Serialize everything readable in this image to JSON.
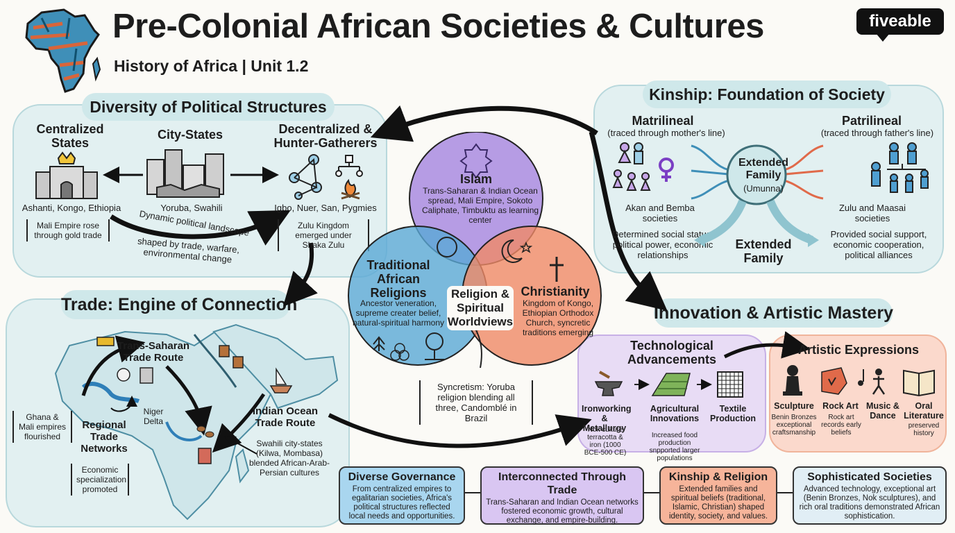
{
  "header": {
    "title": "Pre-Colonial African Societies & Cultures",
    "subtitle": "History of Africa | Unit 1.2",
    "brand": "fiveable"
  },
  "political": {
    "heading": "Diversity of Political Structures",
    "centralized": {
      "title": "Centralized States",
      "examples": "Ashanti, Kongo, Ethiopia",
      "note": "Mali Empire rose through gold trade"
    },
    "city_states": {
      "title": "City-States",
      "examples": "Yoruba, Swahili"
    },
    "decentralized": {
      "title": "Decentralized & Hunter-Gatherers",
      "examples": "Igbo, Nuer, San, Pygmies",
      "note": "Zulu Kingdom emerged under Shaka Zulu"
    },
    "arrow_label_1": "Dynamic political landscape",
    "arrow_label_2": "shaped by trade, warfare, environmental change"
  },
  "kinship": {
    "heading": "Kinship: Foundation of Society",
    "matrilineal": {
      "title": "Matrilineal",
      "subtitle": "(traced through mother's line)",
      "examples": "Akan and Bemba societies",
      "note": "Determined social status, political power, economic relationships"
    },
    "patrilineal": {
      "title": "Patrilineal",
      "subtitle": "(traced through father's line)",
      "examples": "Zulu and Maasai societies",
      "note": "Provided social support, economic cooperation, political alliances"
    },
    "center": {
      "title": "Extended Family",
      "subtitle": "(Umunna)"
    },
    "bottom_label": "Extended Family"
  },
  "religion": {
    "islam": {
      "title": "Islam",
      "body": "Trans-Saharan & Indian Ocean spread, Mali Empire, Sokoto Caliphate, Timbuktu as learning center"
    },
    "traditional": {
      "title": "Traditional African Religions",
      "body": "Ancestor veneration, supreme creater belief, natural-spiritual harmony"
    },
    "christianity": {
      "title": "Christianity",
      "body": "Kingdom of Kongo, Ethiopian Orthodox Church, syncretic traditions emerging"
    },
    "center": "Religion & Spiritual Worldviews",
    "syncretism": "Syncretism: Yoruba religion blending all three, Candomblé in Brazil"
  },
  "trade": {
    "heading": "Trade: Engine of Connection",
    "trans_saharan": "Trans-Saharan Trade Route",
    "niger_delta": "Niger Delta",
    "ghana_mali": "Ghana & Mali empires flourished",
    "regional": "Regional Trade Networks",
    "economic": "Economic specialization promoted",
    "indian_ocean": "Indian Ocean Trade Route",
    "swahili": "Swahili city-states (Kilwa, Mombasa) blended African-Arab-Persian cultures"
  },
  "innovation": {
    "heading": "Innovation & Artistic Mastery",
    "tech": {
      "title": "Technological Advancements",
      "items": [
        {
          "title": "Ironworking & Metallurgy",
          "note": "Nok culture terracotta & iron (1000 BCE-500 CE)"
        },
        {
          "title": "Agricultural Innovations",
          "note": "Increased food production snpported larger populations"
        },
        {
          "title": "Textile Production",
          "note": ""
        }
      ]
    },
    "art": {
      "title": "Artistic Expressions",
      "items": [
        {
          "title": "Sculpture",
          "note": "Benin Bronzes exceptional craftsmanship"
        },
        {
          "title": "Rock Art",
          "note": "Rock art records early beliefs"
        },
        {
          "title": "Music & Dance",
          "note": ""
        },
        {
          "title": "Oral Literature",
          "note": "preserved history"
        }
      ]
    }
  },
  "summary": [
    {
      "title": "Diverse Governance",
      "body": "From centralized empires to egalitarian societies, Africa's political structures reflected local needs and opportunities."
    },
    {
      "title": "Interconnected Through Trade",
      "body": "Trans-Saharan and Indian Ocean networks fostered economic growth, cultural exchange, and empire-building."
    },
    {
      "title": "Kinship & Religion",
      "body": "Extended families and spiritual beliefs (traditional, Islamic, Christian) shaped identity, society, and values."
    },
    {
      "title": "Sophisticated Societies",
      "body": "Advanced technology, exceptional art (Benin Bronzes, Nok sculptures), and rich oral traditions demonstrated African sophistication."
    }
  ],
  "colors": {
    "teal_panel": "#e2f0f1",
    "islam": "#a98be0",
    "traditional": "#5aa9d6",
    "christianity": "#f08a66",
    "sum_blue": "#a9d6ef",
    "sum_purple": "#d9c6f2",
    "sum_orange": "#f6b49a",
    "sum_light": "#e1eef5"
  }
}
